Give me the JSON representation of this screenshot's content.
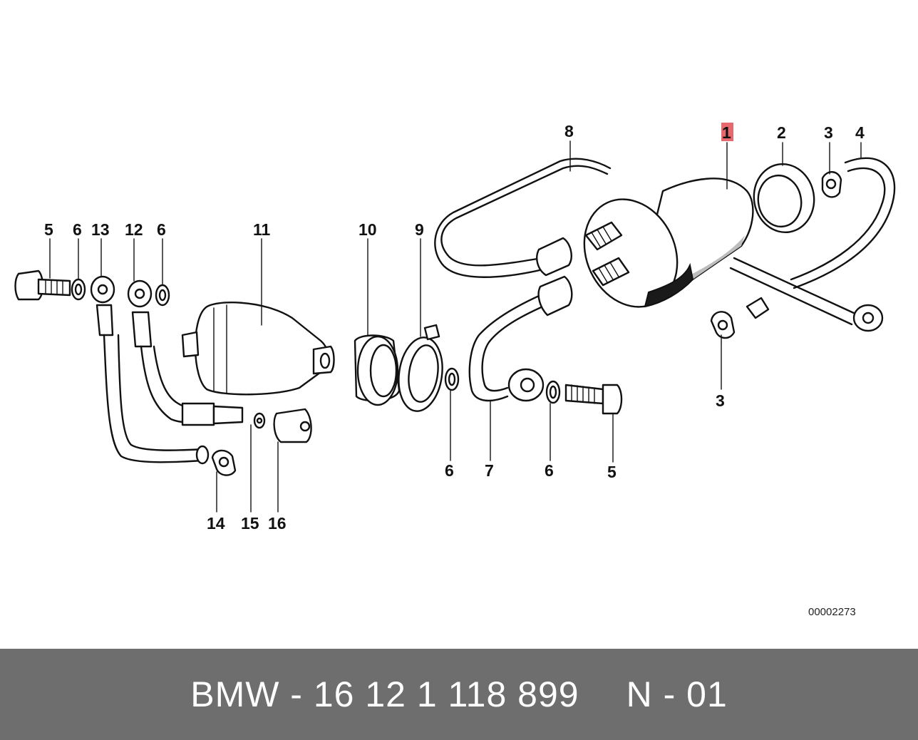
{
  "diagram": {
    "reference_number": "00002273",
    "highlighted_callout": "1",
    "callouts": [
      {
        "id": "c1",
        "label": "1",
        "highlighted": true
      },
      {
        "id": "c2",
        "label": "2"
      },
      {
        "id": "c3a",
        "label": "3"
      },
      {
        "id": "c4",
        "label": "4"
      },
      {
        "id": "c8",
        "label": "8"
      },
      {
        "id": "c5a",
        "label": "5"
      },
      {
        "id": "c6a",
        "label": "6"
      },
      {
        "id": "c13",
        "label": "13"
      },
      {
        "id": "c12",
        "label": "12"
      },
      {
        "id": "c6b",
        "label": "6"
      },
      {
        "id": "c11",
        "label": "11"
      },
      {
        "id": "c10",
        "label": "10"
      },
      {
        "id": "c9",
        "label": "9"
      },
      {
        "id": "c3b",
        "label": "3"
      },
      {
        "id": "c6c",
        "label": "6"
      },
      {
        "id": "c7",
        "label": "7"
      },
      {
        "id": "c6d",
        "label": "6"
      },
      {
        "id": "c5b",
        "label": "5"
      },
      {
        "id": "c14",
        "label": "14"
      },
      {
        "id": "c15",
        "label": "15"
      },
      {
        "id": "c16",
        "label": "16"
      }
    ]
  },
  "footer": {
    "part_text": "BMW - 16 12 1 118 899",
    "diagram_code": "N - 01"
  },
  "colors": {
    "highlight": "#e8686f",
    "footer_bg": "#6e6e6e",
    "footer_text": "#ffffff",
    "line": "#111111"
  }
}
